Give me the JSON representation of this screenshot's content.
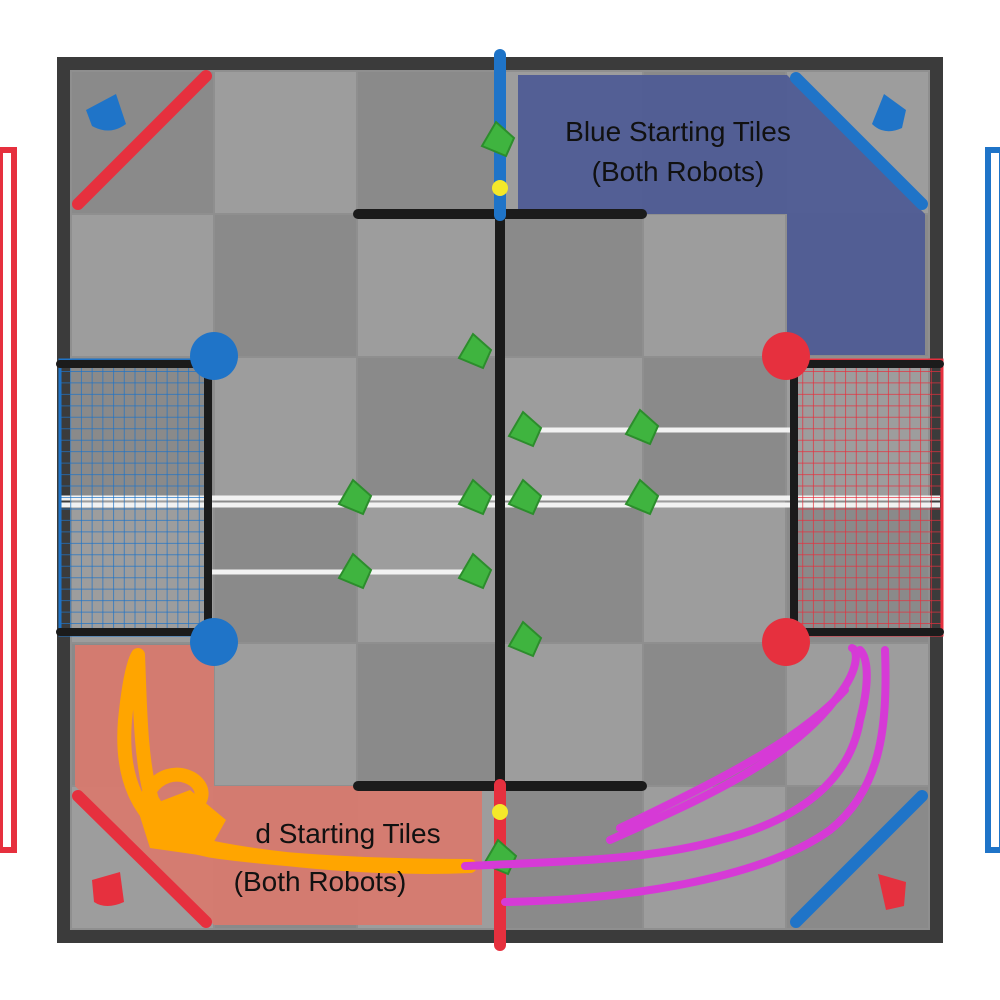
{
  "field": {
    "blue_start_label_line1": "Blue Starting Tiles",
    "blue_start_label_line2": "(Both Robots)",
    "red_start_label_line1": "d Starting Tiles",
    "red_start_label_line2": "(Both Robots)"
  },
  "colors": {
    "blue": "#1f74c8",
    "red": "#e6303e",
    "green": "#3fb43f",
    "blue_tile": "#4f5c95",
    "red_tile": "#d77a6f",
    "orange_path": "#ffa500",
    "magenta_path": "#d63ad6",
    "yellow_marker": "#f4e82a"
  },
  "icons": [
    "cone-icon",
    "net-goal-icon"
  ]
}
